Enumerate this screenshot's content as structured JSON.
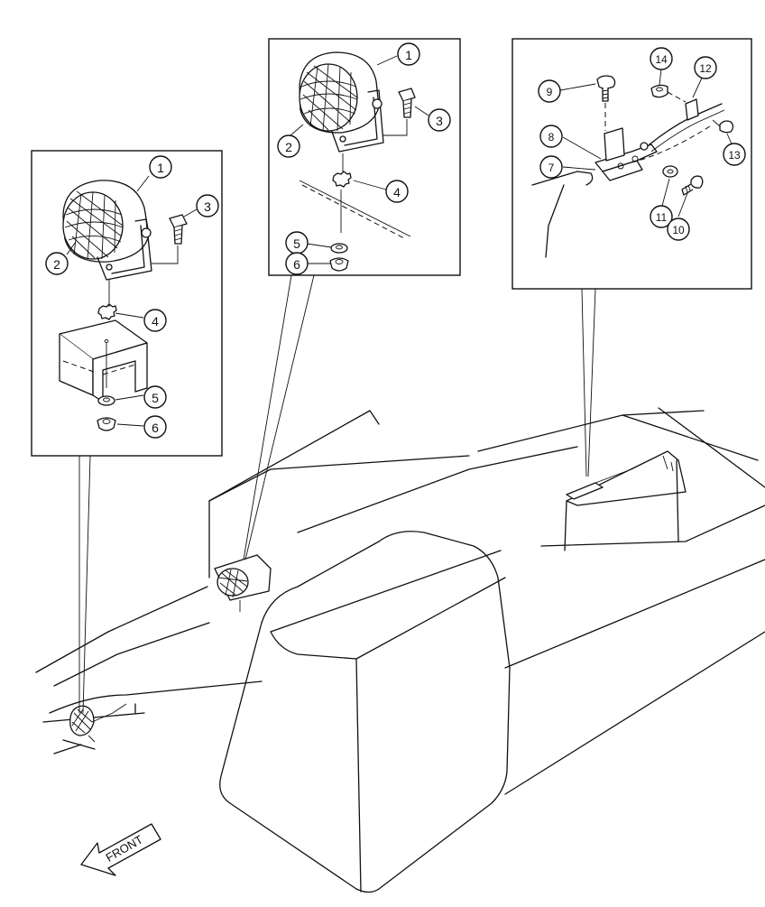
{
  "callouts": {
    "left": [
      "1",
      "2",
      "3",
      "4",
      "5",
      "6"
    ],
    "middle": [
      "1",
      "2",
      "3",
      "4",
      "5",
      "6"
    ],
    "right": [
      "9",
      "14",
      "12",
      "8",
      "7",
      "13",
      "11",
      "10"
    ]
  },
  "front_label": "FRONT",
  "colors": {
    "ink": "#111111",
    "paper": "#ffffff"
  }
}
